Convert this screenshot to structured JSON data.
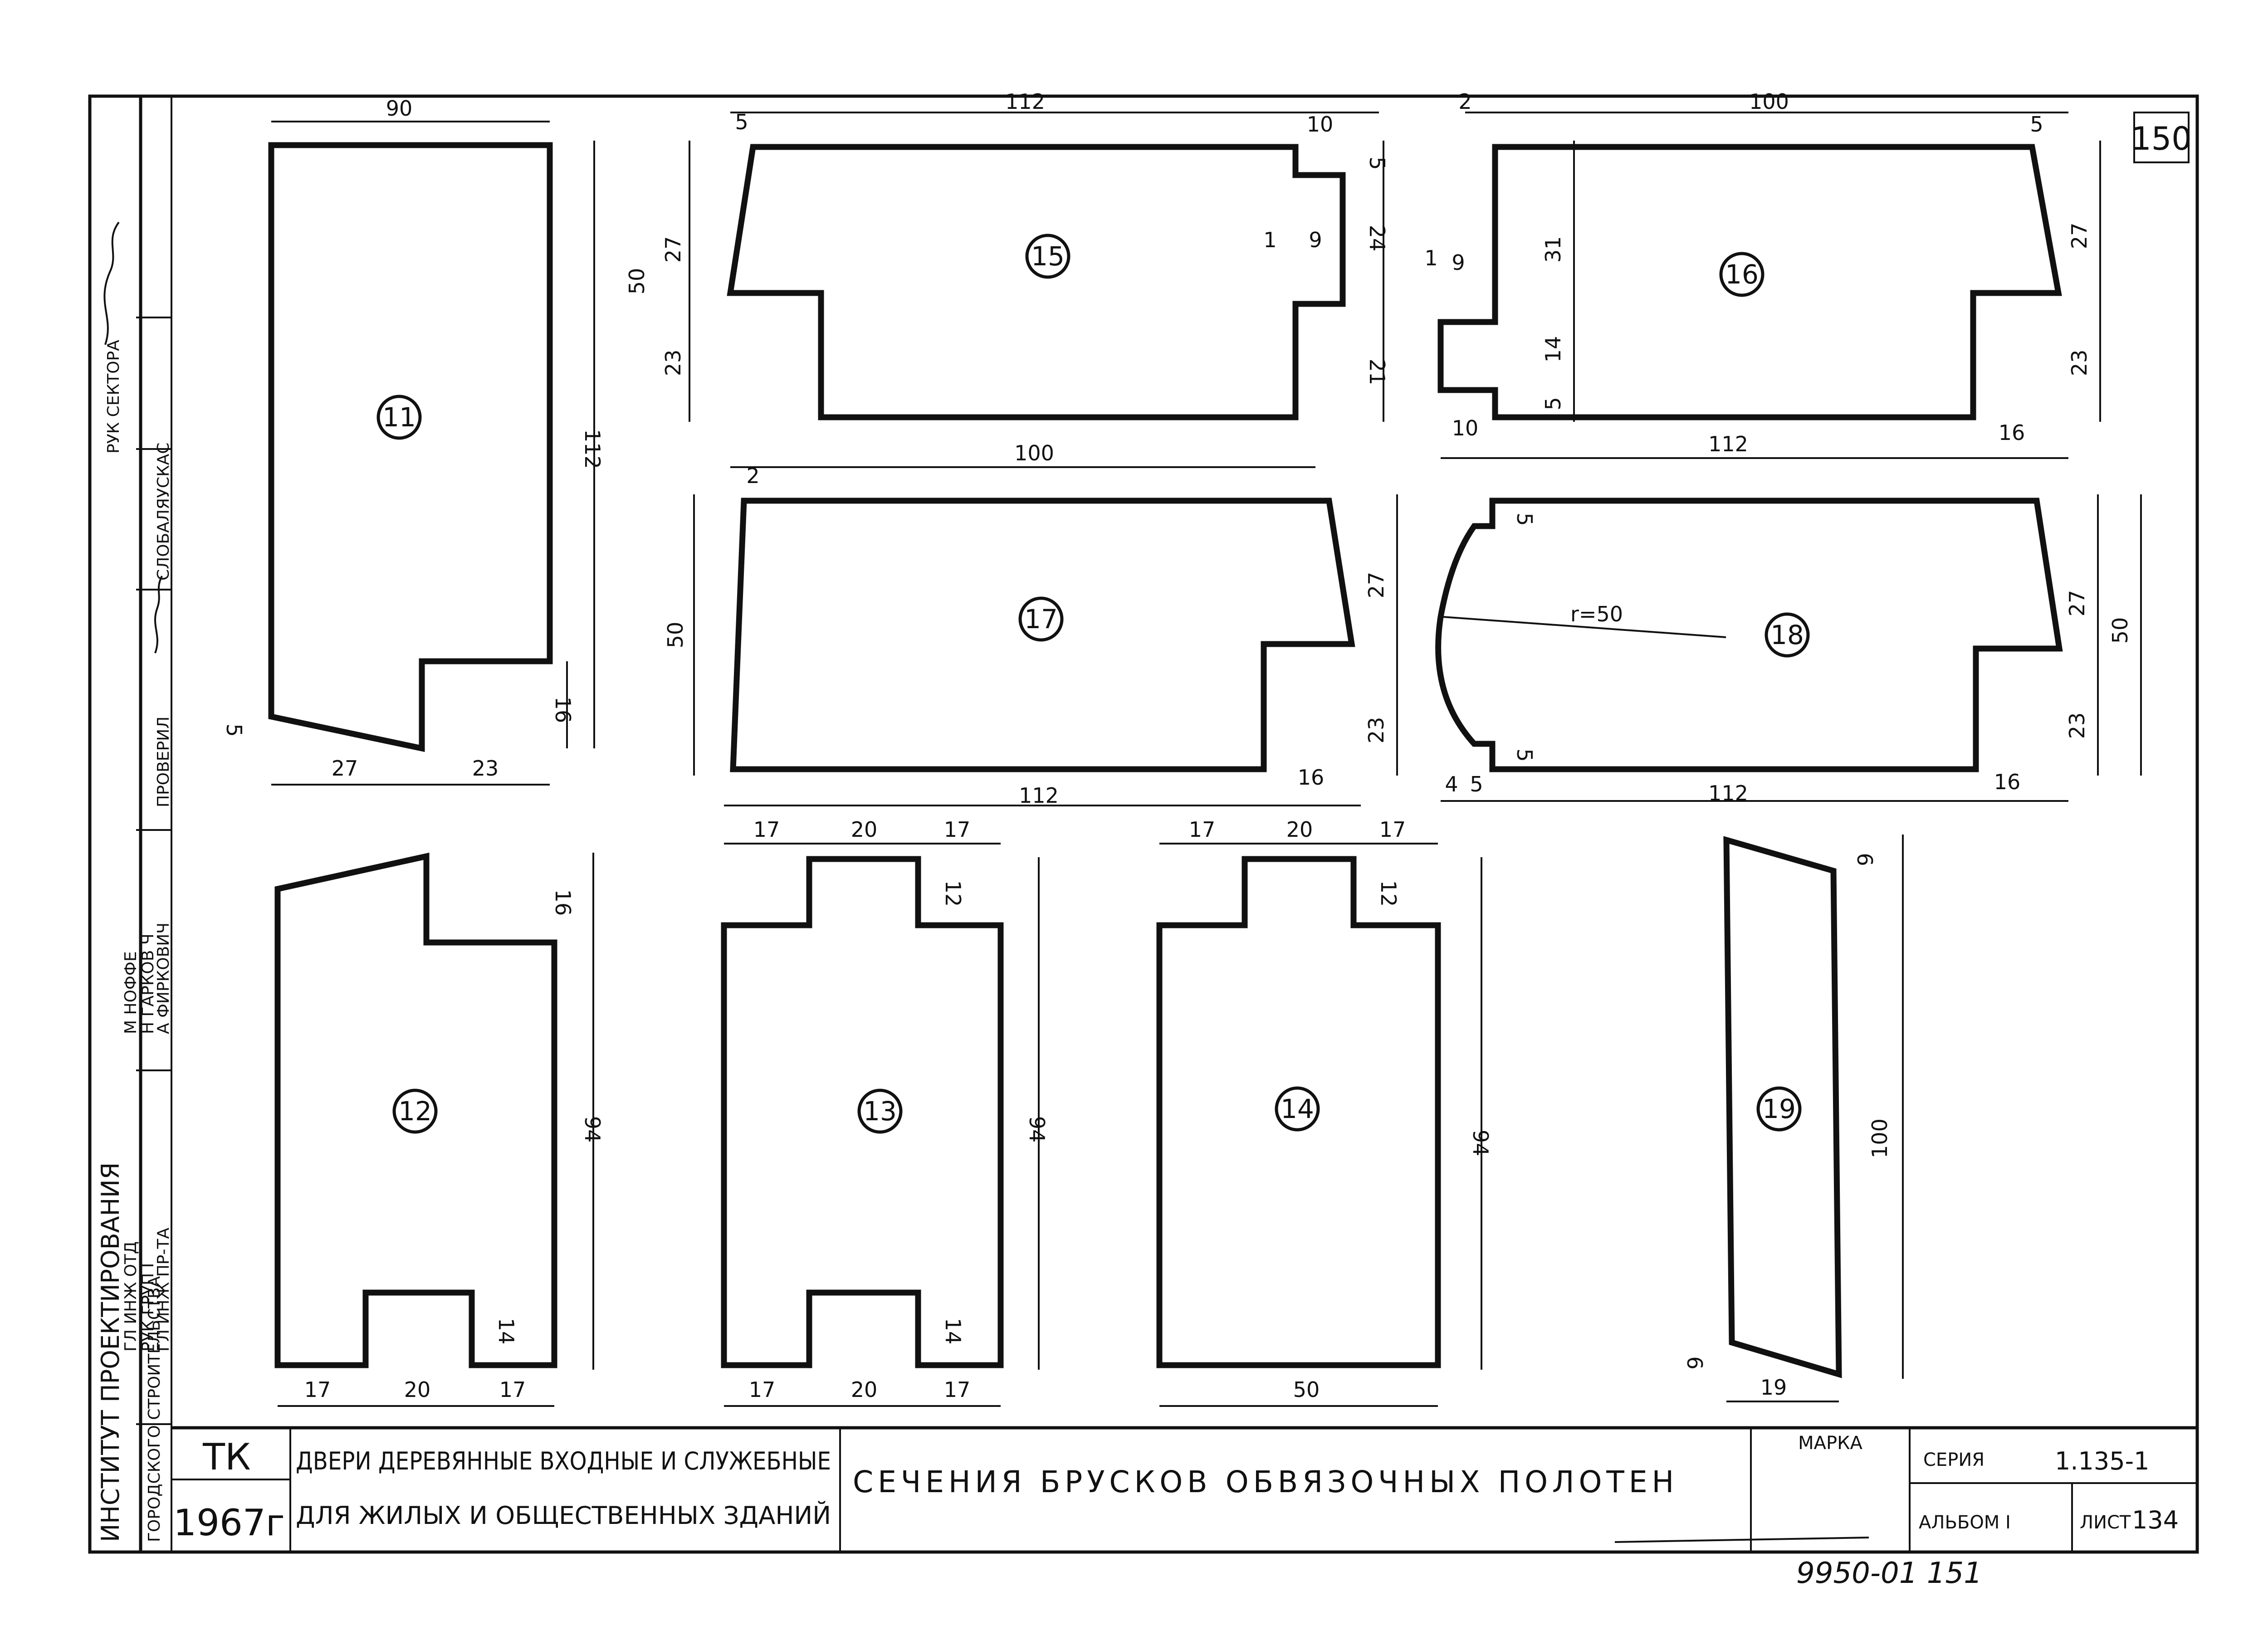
{
  "sheet_number": "150",
  "sections": {
    "s11": {
      "label": "11",
      "dims": {
        "top": "90",
        "height": "112",
        "b1": "27",
        "b2": "23",
        "notch_h": "16",
        "chamfer": "5"
      }
    },
    "s12": {
      "label": "12",
      "dims": {
        "height": "94",
        "top_step": "16",
        "notch_h": "14",
        "b1": "17",
        "b2": "20",
        "b3": "17"
      }
    },
    "s13": {
      "label": "13",
      "dims": {
        "t1": "17",
        "t2": "20",
        "t3": "17",
        "top_step": "12",
        "height": "94",
        "notch_h": "14",
        "b1": "17",
        "b2": "20",
        "b3": "17"
      }
    },
    "s14": {
      "label": "14",
      "dims": {
        "t1": "17",
        "t2": "20",
        "t3": "17",
        "top_step": "12",
        "height": "94",
        "bottom": "50"
      }
    },
    "s15": {
      "label": "15",
      "dims": {
        "top": "112",
        "chamfer": "5",
        "right_top": "10",
        "left_h": "50",
        "l_upper": "27",
        "l_lower": "23",
        "tongue_gap": "1",
        "tongue_w": "9",
        "r_a": "5",
        "r_b": "24",
        "r_c": "21",
        "bottom": "100"
      }
    },
    "s16": {
      "label": "16",
      "dims": {
        "a": "2",
        "top": "100",
        "chamfer": "5",
        "r_upper": "27",
        "r_lower": "23",
        "t_gap": "1",
        "t_w": "9",
        "l_upper": "31",
        "l_mid": "14",
        "l_low": "5",
        "b_left": "10",
        "bottom": "112",
        "b_right": "16"
      }
    },
    "s17": {
      "label": "17",
      "dims": {
        "a": "2",
        "left_h": "50",
        "r_upper": "27",
        "r_lower": "23",
        "bottom": "112",
        "b_right": "16"
      }
    },
    "s18": {
      "label": "18",
      "dims": {
        "radius": "r=50",
        "step_top": "5",
        "step_bottom": "5",
        "r_upper": "27",
        "r_lower": "23",
        "r_total": "50",
        "b_a": "4",
        "b_b": "5",
        "bottom": "112",
        "b_right": "16"
      }
    },
    "s19": {
      "label": "19",
      "dims": {
        "top_r": "6",
        "height": "100",
        "bot_l": "6",
        "bottom": "19"
      }
    }
  },
  "side_stamp": {
    "institute": "ИНСТИТУТ ПРОЕКТИРОВАНИЯ",
    "institute_sub": "ГОРОДСКОГО СТРОИТЕЛЬСТВА",
    "rows": [
      {
        "role": "ГЛ ИНЖ ОТД",
        "name": "М НОФФЕ"
      },
      {
        "role": "РУК ГРУП I",
        "name": "Н ГАРКОВ Ч"
      },
      {
        "role": "ГЛ ИНЖ ПР-ТА",
        "name": "А ФИРКОВИЧ"
      },
      {
        "role": "ПРОВЕРИЛ",
        "name": "СЛОБАЛЯУСКАС"
      },
      {
        "role": "РУК СЕКТОРА",
        "name": ""
      }
    ]
  },
  "title_block": {
    "org": "ТК",
    "year": "1967г",
    "subject_line1": "ДВЕРИ ДЕРЕВЯННЫЕ ВХОДНЫЕ И СЛУЖЕБНЫЕ",
    "subject_line2": "ДЛЯ ЖИЛЫХ И ОБЩЕСТВЕННЫХ ЗДАНИЙ",
    "drawing_title": "СЕЧЕНИЯ БРУСКОВ ОБВЯЗОЧНЫХ ПОЛОТЕН",
    "mark_label": "МАРКА",
    "series_label": "СЕРИЯ",
    "series_value": "1.135-1",
    "album_label": "АЛЬБОМ I",
    "sheet_label": "ЛИСТ",
    "sheet_value": "134"
  },
  "archive_number": "9950-01 151"
}
